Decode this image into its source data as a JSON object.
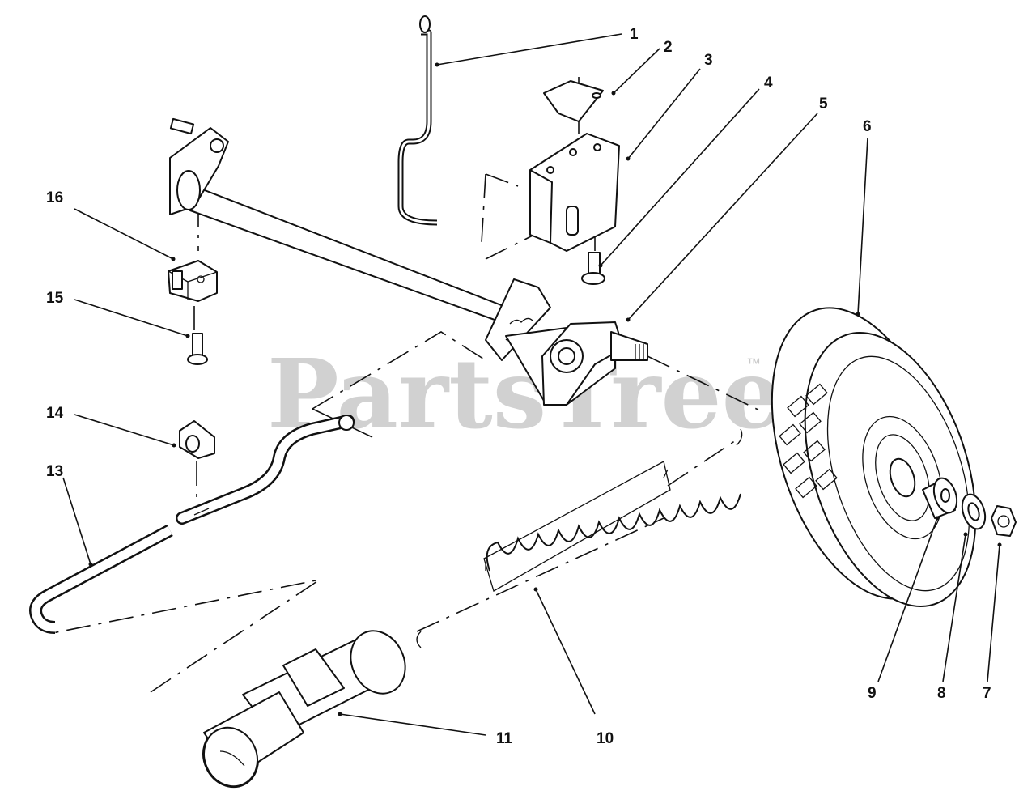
{
  "watermark": {
    "text": "PartsTree",
    "trademark": "™"
  },
  "callouts": [
    {
      "number": "1"
    },
    {
      "number": "2"
    },
    {
      "number": "3"
    },
    {
      "number": "4"
    },
    {
      "number": "5"
    },
    {
      "number": "6"
    },
    {
      "number": "7"
    },
    {
      "number": "8"
    },
    {
      "number": "9"
    },
    {
      "number": "10"
    },
    {
      "number": "11"
    },
    {
      "number": "13"
    },
    {
      "number": "14"
    },
    {
      "number": "15"
    },
    {
      "number": "16"
    }
  ]
}
